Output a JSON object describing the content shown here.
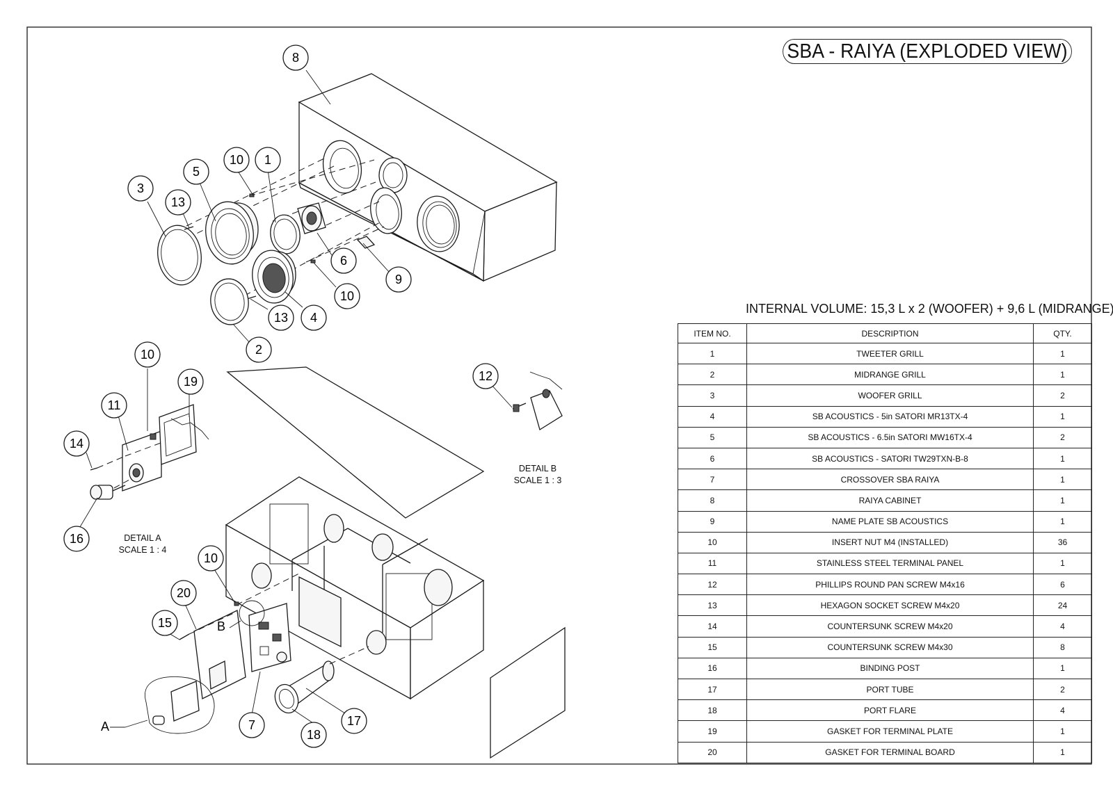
{
  "title": "SBA - RAIYA (EXPLODED VIEW)",
  "volume_note": "INTERNAL VOLUME: 15,3 L x 2 (WOOFER) + 9,6 L (MIDRANGE)",
  "bom": {
    "headers": [
      "ITEM NO.",
      "DESCRIPTION",
      "QTY."
    ],
    "rows": [
      {
        "item": "1",
        "description": "TWEETER GRILL",
        "qty": "1"
      },
      {
        "item": "2",
        "description": "MIDRANGE GRILL",
        "qty": "1"
      },
      {
        "item": "3",
        "description": "WOOFER GRILL",
        "qty": "2"
      },
      {
        "item": "4",
        "description": "SB ACOUSTICS - 5in SATORI MR13TX-4",
        "qty": "1"
      },
      {
        "item": "5",
        "description": "SB ACOUSTICS - 6.5in SATORI MW16TX-4",
        "qty": "2"
      },
      {
        "item": "6",
        "description": "SB ACOUSTICS - SATORI TW29TXN-B-8",
        "qty": "1"
      },
      {
        "item": "7",
        "description": "CROSSOVER SBA RAIYA",
        "qty": "1"
      },
      {
        "item": "8",
        "description": "RAIYA CABINET",
        "qty": "1"
      },
      {
        "item": "9",
        "description": "NAME PLATE SB ACOUSTICS",
        "qty": "1"
      },
      {
        "item": "10",
        "description": "INSERT NUT M4 (INSTALLED)",
        "qty": "36"
      },
      {
        "item": "11",
        "description": "STAINLESS STEEL TERMINAL PANEL",
        "qty": "1"
      },
      {
        "item": "12",
        "description": "PHILLIPS ROUND PAN SCREW M4x16",
        "qty": "6"
      },
      {
        "item": "13",
        "description": "HEXAGON SOCKET SCREW M4x20",
        "qty": "24"
      },
      {
        "item": "14",
        "description": "COUNTERSUNK SCREW M4x20",
        "qty": "4"
      },
      {
        "item": "15",
        "description": "COUNTERSUNK SCREW M4x30",
        "qty": "8"
      },
      {
        "item": "16",
        "description": "BINDING POST",
        "qty": "1"
      },
      {
        "item": "17",
        "description": "PORT TUBE",
        "qty": "2"
      },
      {
        "item": "18",
        "description": "PORT FLARE",
        "qty": "4"
      },
      {
        "item": "19",
        "description": "GASKET FOR TERMINAL PLATE",
        "qty": "1"
      },
      {
        "item": "20",
        "description": "GASKET FOR TERMINAL BOARD",
        "qty": "1"
      }
    ]
  },
  "detail_a": {
    "name": "DETAIL A",
    "scale": "SCALE 1 : 4",
    "letter": "A"
  },
  "detail_b": {
    "name": "DETAIL B",
    "scale": "SCALE 1 : 3",
    "letter": "B"
  },
  "callouts": [
    "8",
    "10",
    "1",
    "5",
    "3",
    "13",
    "6",
    "9",
    "10",
    "13",
    "4",
    "2",
    "10",
    "19",
    "11",
    "14",
    "16",
    "12",
    "10",
    "20",
    "15",
    "7",
    "18",
    "17"
  ]
}
